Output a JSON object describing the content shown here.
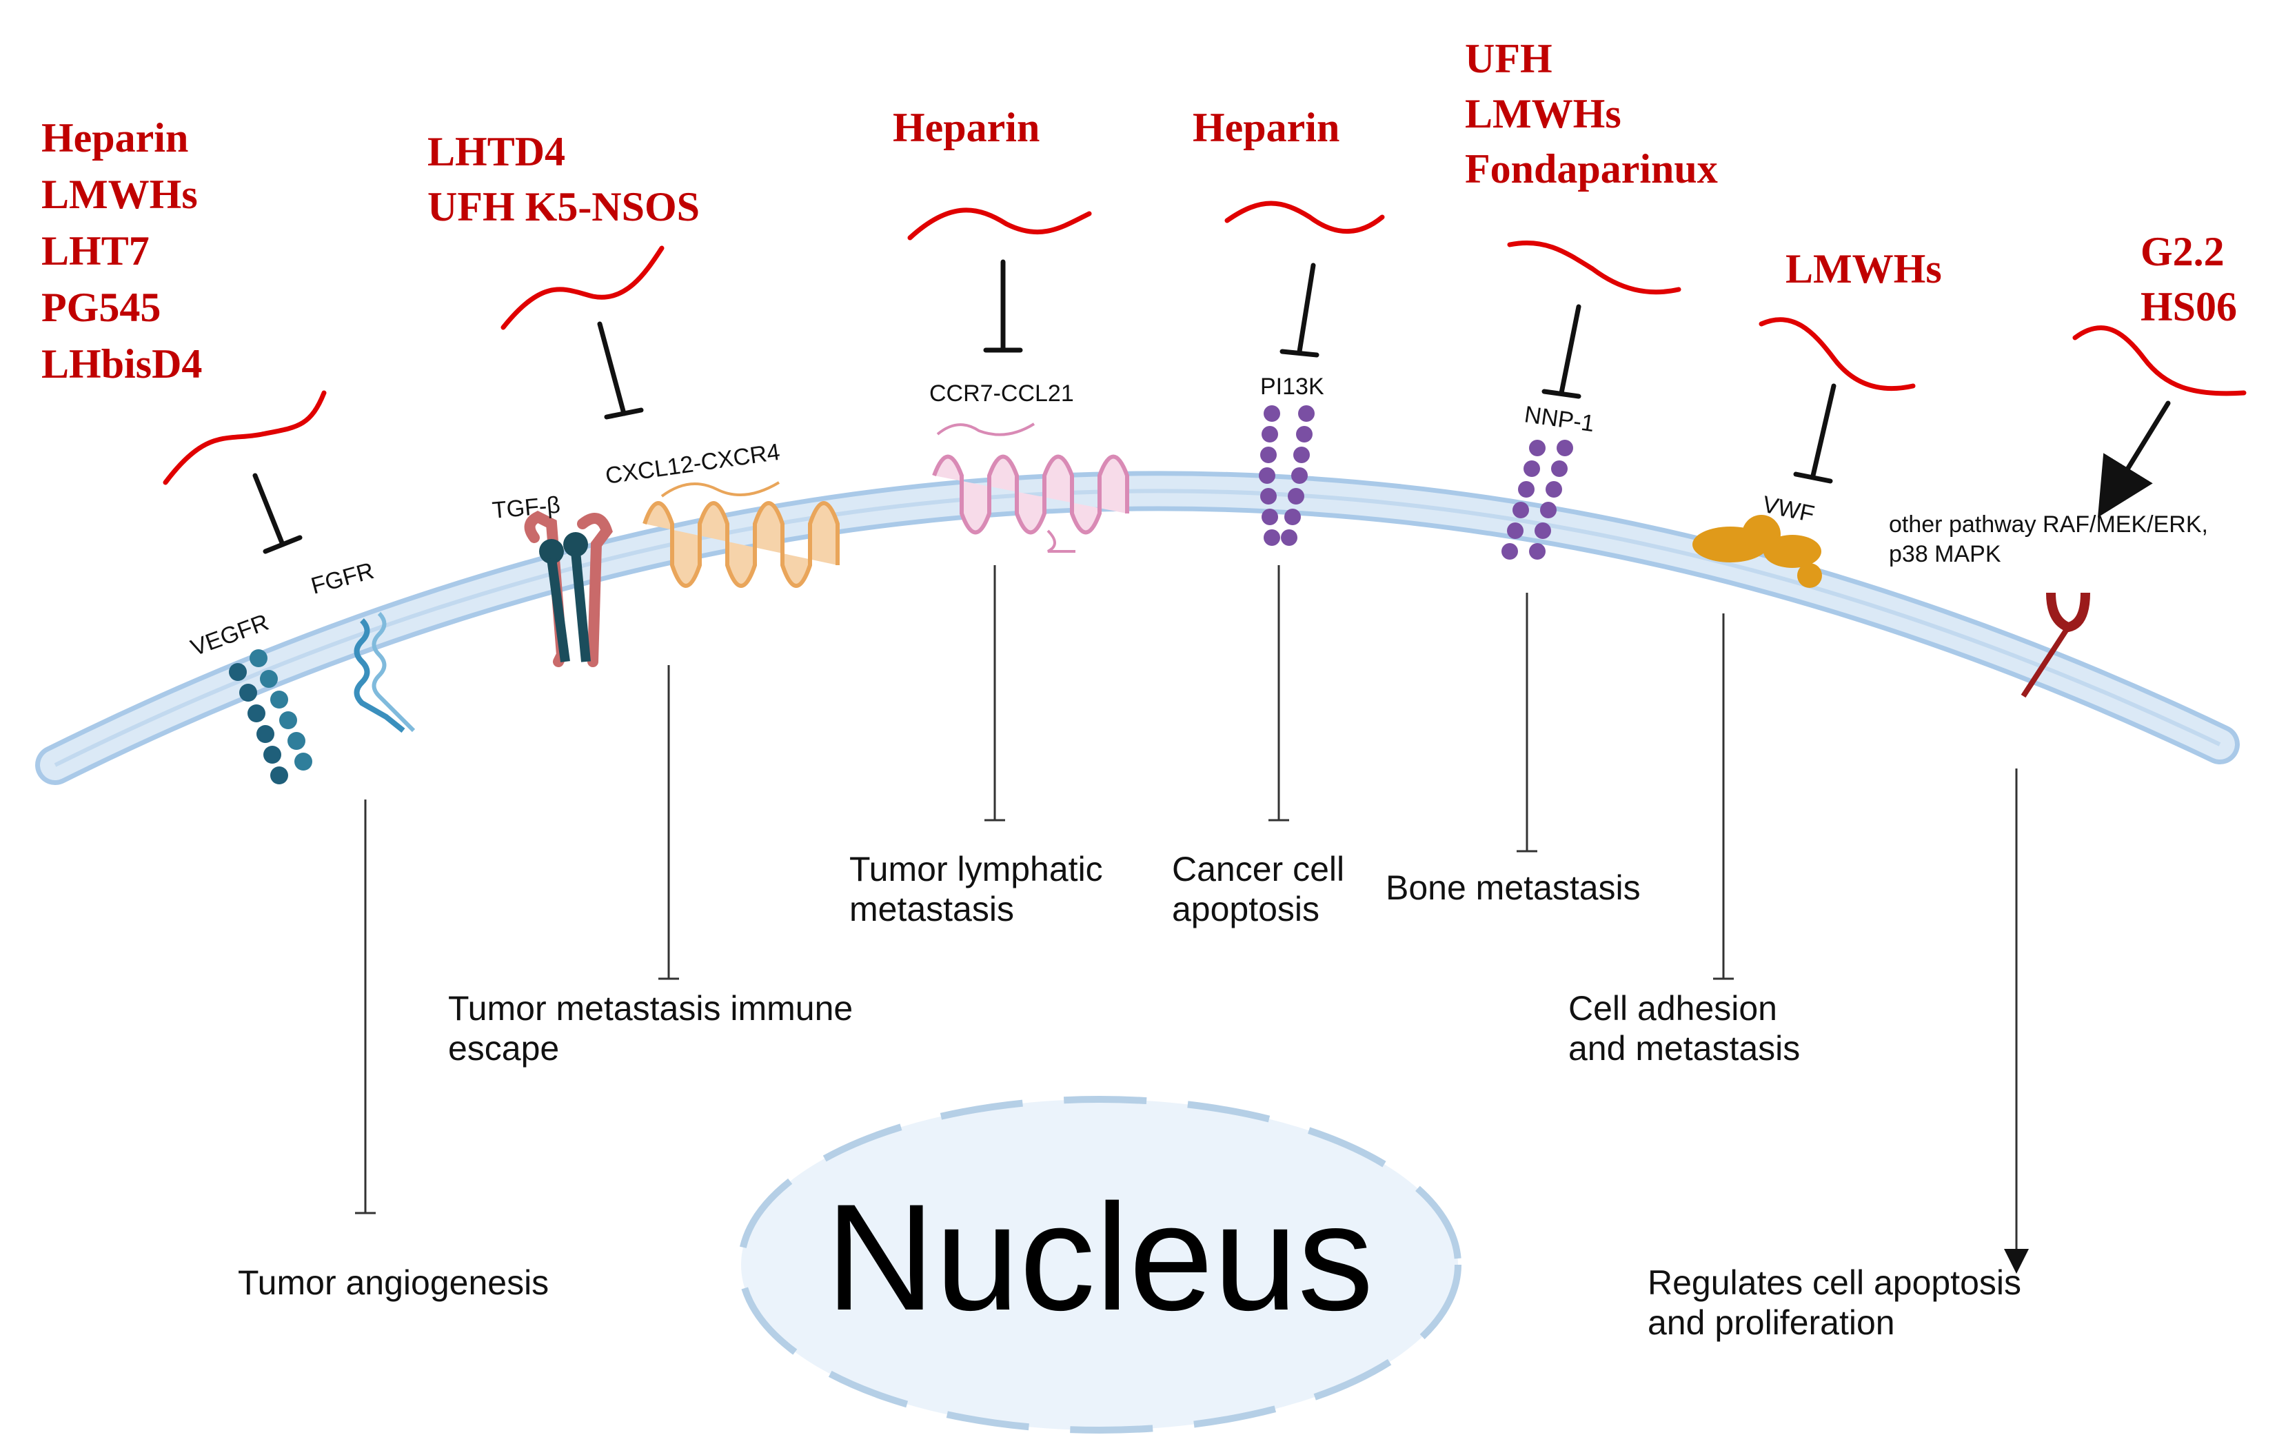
{
  "drug_groups": [
    {
      "lines": [
        "Heparin",
        "LMWHs",
        "LHT7",
        "PG545",
        "LHbisD4"
      ]
    },
    {
      "lines": [
        "LHTD4",
        "UFH K5-NSOS"
      ]
    },
    {
      "lines": [
        "Heparin"
      ]
    },
    {
      "lines": [
        "Heparin"
      ]
    },
    {
      "lines": [
        "UFH",
        "LMWHs",
        "Fondaparinux"
      ]
    },
    {
      "lines": [
        "LMWHs"
      ]
    },
    {
      "lines": [
        "G2.2",
        "HS06"
      ]
    }
  ],
  "receptors": {
    "vegfr": "VEGFR",
    "fgfr": "FGFR",
    "tgfb": "TGF-β",
    "cxcl12": "CXCL12-CXCR4",
    "ccr7": "CCR7-CCL21",
    "pi3k": "PI13K",
    "nnp1": "NNP-1",
    "vwf": "VWF",
    "other": [
      "other pathway RAF/MEK/ERK,",
      "p38 MAPK"
    ]
  },
  "effects": {
    "angiogenesis": [
      "Tumor angiogenesis"
    ],
    "metastasis_immune": [
      "Tumor metastasis  immune",
      "escape"
    ],
    "lymphatic": [
      "Tumor lymphatic",
      "metastasis"
    ],
    "apoptosis": [
      "Cancer cell",
      "apoptosis"
    ],
    "bone": [
      "Bone metastasis"
    ],
    "adhesion": [
      "Cell adhesion",
      "and metastasis"
    ],
    "regulates": [
      "Regulates cell apoptosis",
      "and proliferation"
    ]
  },
  "nucleus_label": "Nucleus",
  "colors": {
    "drug_text": "#c00000",
    "heparin_wave": "#e00000",
    "membrane": "#c9dff2",
    "membrane_edge": "#a9c9e8",
    "nucleus_fill": "#ebf3fb",
    "vegfr": "#1f5f7a",
    "fgfr": "#3a8fbd",
    "tgfb": "#c96a6a",
    "cxcr4": "#e9a55a",
    "ccr7": "#d98ab5",
    "pi3k": "#7a4fa3",
    "vwf": "#e09a1a",
    "other_receptor": "#9b1b1b"
  }
}
